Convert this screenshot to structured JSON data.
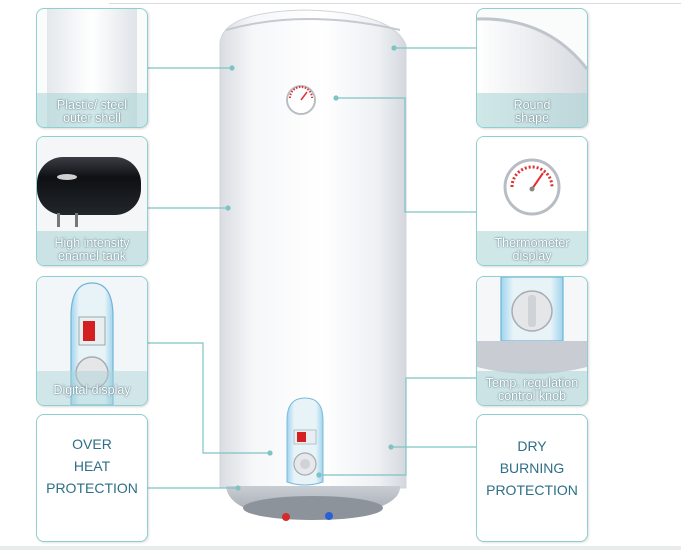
{
  "features": {
    "shell": [
      "Plastic/ steel",
      "outer shell"
    ],
    "round": [
      "Round",
      "shape"
    ],
    "tank": [
      "High intensity",
      "enamel tank"
    ],
    "thermometer": [
      "Thermometer",
      "display"
    ],
    "digital": [
      "Digital display"
    ],
    "regulation": [
      "Temp. regulation",
      "control knob"
    ],
    "overheat": [
      "OVER",
      "HEAT",
      "PROTECTION"
    ],
    "dryburn": [
      "DRY",
      "BURNING",
      "PROTECTION"
    ]
  },
  "colors": {
    "leader": "#7fc3c3",
    "text_teal": "#2d6f86",
    "accent_blue": "#3aa7d8",
    "display_red": "#d42020"
  }
}
